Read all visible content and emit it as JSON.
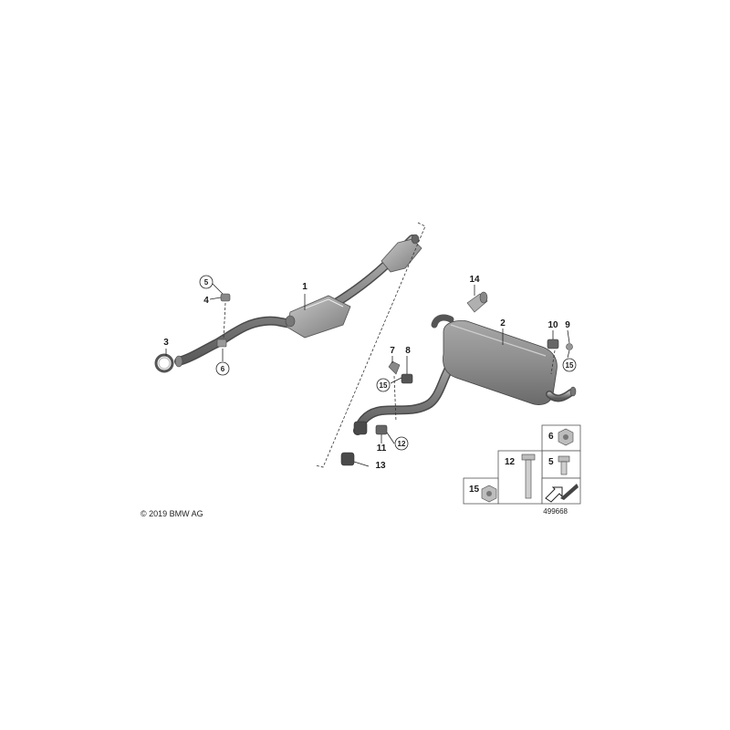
{
  "callouts": {
    "c1": "1",
    "c2": "2",
    "c3": "3",
    "c4": "4",
    "c5": "5",
    "c6": "6",
    "c7": "7",
    "c8": "8",
    "c9": "9",
    "c10": "10",
    "c11": "11",
    "c12": "12",
    "c13": "13",
    "c14": "14",
    "c15a": "15",
    "c15b": "15",
    "c12b": "12"
  },
  "legend": {
    "item6": "6",
    "item5": "5",
    "item12": "12",
    "item15": "15"
  },
  "copyright": "© 2019 BMW AG",
  "diagram_number": "499668"
}
